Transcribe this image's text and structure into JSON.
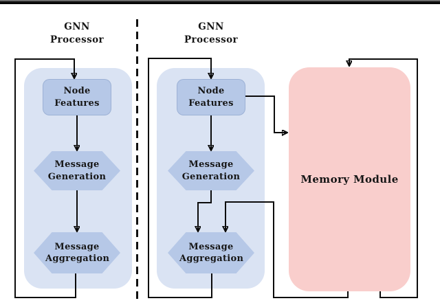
{
  "figure": {
    "panels": [
      {
        "title": "GNN Processor",
        "node_features": "Node Features",
        "message_generation": "Message Generation",
        "message_aggregation": "Message Aggregation"
      },
      {
        "title": "GNN Processor",
        "node_features": "Node Features",
        "message_generation": "Message Generation",
        "message_aggregation": "Message Aggregation"
      }
    ],
    "memory_module": "Memory Module",
    "colors": {
      "processor_bg": "#dae3f3",
      "block_fill": "#b6c8e7",
      "memory_fill": "#f9cecc",
      "line": "#0a0a0a"
    }
  }
}
